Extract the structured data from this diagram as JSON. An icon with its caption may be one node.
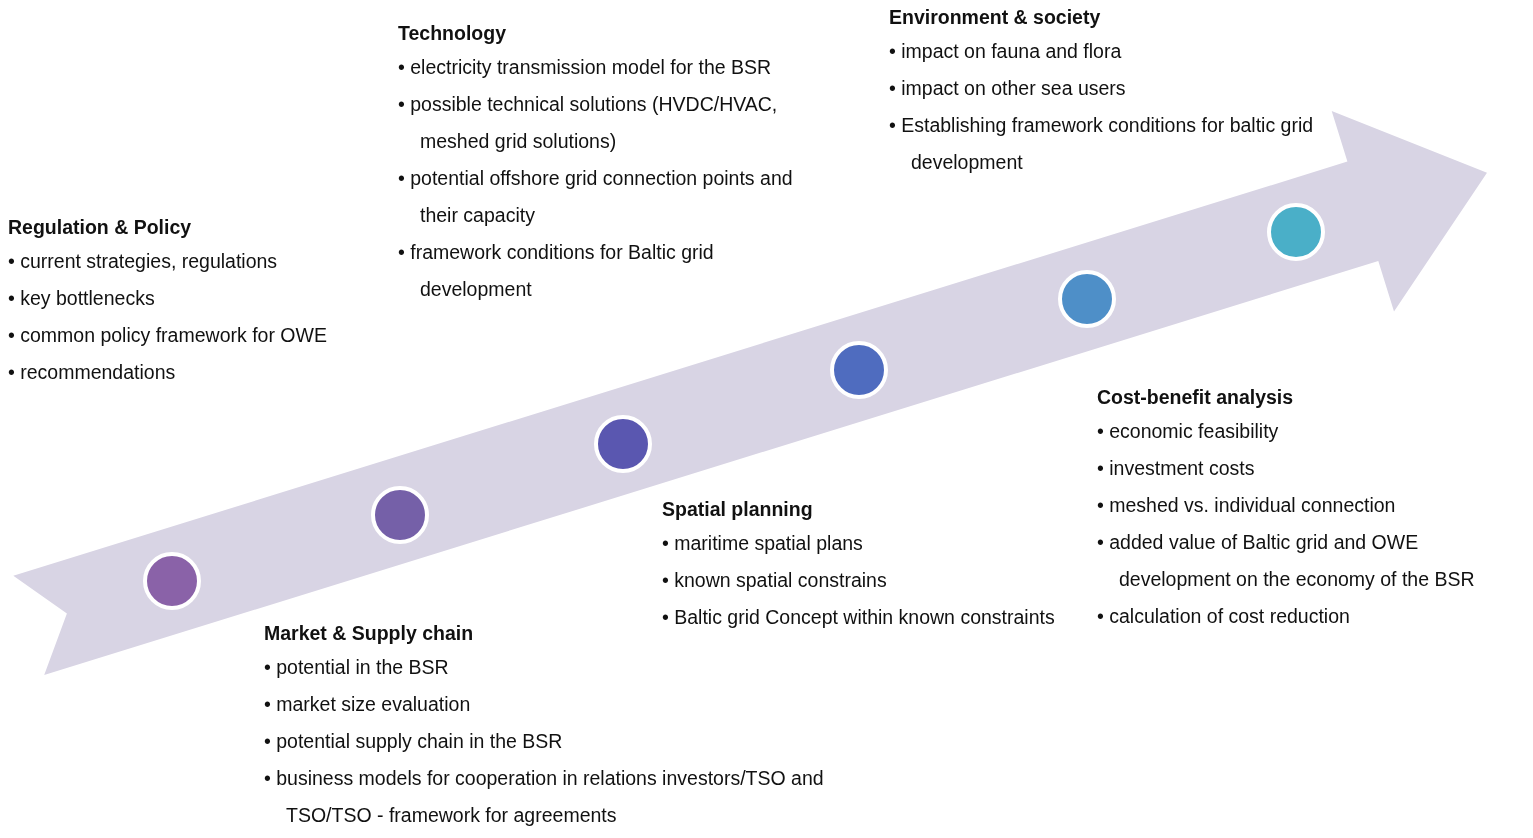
{
  "diagram": {
    "nodes": [
      {
        "text": [
          "Regulation & Policy",
          "• current strategies, regulations",
          "• key bottlenecks",
          "• common policy framework for OWE",
          "• recommendations"
        ]
      },
      {
        "text": [
          "Technology",
          "• electricity transmission model for the BSR",
          "• possible technical solutions (HVDC/HVAC, meshed grid solutions)",
          "• potential offshore grid connection points and their capacity",
          "• framework conditions for Baltic grid development"
        ]
      },
      {
        "text": [
          "Environment & society",
          "• impact on fauna and flora",
          "• impact on other sea users",
          "• Establishing framework conditions for baltic grid development"
        ]
      },
      {
        "text": [
          "Market & Supply chain",
          "• potential in the BSR",
          "• market size evaluation",
          "• potential supply chain in the BSR",
          "• business models for cooperation in relations investors/TSO and TSO/TSO - framework for agreements"
        ]
      },
      {
        "text": [
          "Spatial planning",
          "• maritime spatial plans",
          "• known spatial constrains",
          "• Baltic grid Concept within known constraints"
        ]
      },
      {
        "text": [
          "Cost-benefit analysis",
          "• economic feasibility",
          "• investment costs",
          "• meshed vs. individual connection",
          "• added value of Baltic grid and OWE development on the economy of the BSR",
          "• calculation of cost reduction"
        ]
      },
      {
        "text": [],
        "shape": "circle"
      },
      {
        "text": [],
        "shape": "circle"
      },
      {
        "text": [],
        "shape": "circle"
      },
      {
        "text": [],
        "shape": "circle"
      },
      {
        "text": [],
        "shape": "circle"
      },
      {
        "text": [],
        "shape": "circle"
      }
    ],
    "edges": [
      {
        "from": 6,
        "to": 11,
        "arrow": "to",
        "style": "thick"
      }
    ]
  }
}
